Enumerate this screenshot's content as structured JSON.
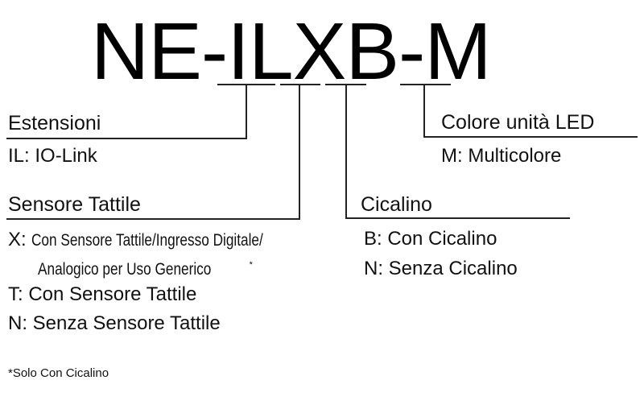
{
  "model_code": "NE-ILXB-M",
  "groups": {
    "estensioni": {
      "title": "Estensioni",
      "items": [
        "IL: IO-Link"
      ]
    },
    "sensore": {
      "title": "Sensore Tattile",
      "x_prefix": "X:",
      "x_line1": "Con Sensore Tattile/Ingresso Digitale/",
      "x_line2": "Analogico per Uso Generico",
      "x_mark": "*",
      "items": [
        "T: Con Sensore Tattile",
        "N: Senza Sensore Tattile"
      ]
    },
    "cicalino": {
      "title": "Cicalino",
      "items": [
        "B: Con Cicalino",
        "N: Senza Cicalino"
      ]
    },
    "colore": {
      "title": "Colore unità LED",
      "items": [
        "M: Multicolore"
      ]
    }
  },
  "footnote": "*Solo Con Cicalino"
}
